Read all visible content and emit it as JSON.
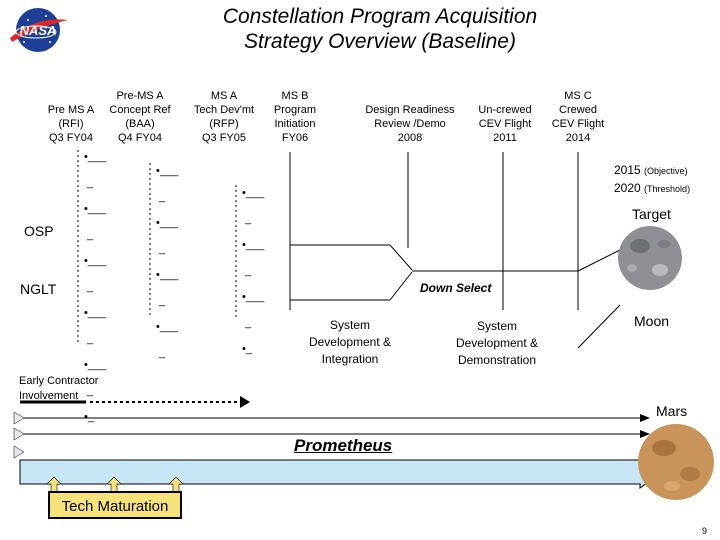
{
  "title": {
    "line1": "Constellation Program Acquisition",
    "line2": "Strategy Overview (Baseline)"
  },
  "logo": {
    "text": "NASA"
  },
  "milestones": [
    {
      "lines": [
        "",
        "Pre MS A",
        "(RFI)",
        "Q3 FY04"
      ]
    },
    {
      "lines": [
        "Pre-MS A",
        "Concept Ref",
        "(BAA)",
        "Q4 FY04"
      ]
    },
    {
      "lines": [
        "MS A",
        "Tech Dev'mt",
        "(RFP)",
        "Q3 FY05"
      ]
    },
    {
      "lines": [
        "MS B",
        "Program",
        "Initiation",
        "FY06"
      ]
    },
    {
      "lines": [
        "",
        "Design Readiness",
        "Review /Demo",
        "2008"
      ]
    },
    {
      "lines": [
        "",
        "Un-crewed",
        "CEV Flight",
        "2011"
      ]
    },
    {
      "lines": [
        "MS C",
        "Crewed",
        "CEV Flight",
        "2014"
      ]
    }
  ],
  "objective": {
    "year1": "2015",
    "note1": "(Objective)",
    "year2": "2020",
    "note2": "(Threshold)"
  },
  "labels": {
    "target": "Target",
    "osp": "OSP",
    "nglt": "NGLT",
    "down_select": "Down Select",
    "moon": "Moon",
    "mars": "Mars",
    "early_contractor_1": "Early Contractor",
    "early_contractor_2": "Involvement",
    "prometheus": "Prometheus",
    "tech_maturation": "Tech Maturation",
    "page_number": "9"
  },
  "system_dev_integration": [
    "System",
    "Development &",
    "Integration"
  ],
  "system_dev_demo": [
    "System",
    "Development &",
    "Demonstration"
  ],
  "colors": {
    "tech_box": "#f6e27a",
    "prometheus_bar": "#c9e6f7",
    "moon": "#8f8f95",
    "mars": "#c8945a",
    "nasa_blue": "#1d3f96",
    "nasa_red": "#e0262b"
  }
}
